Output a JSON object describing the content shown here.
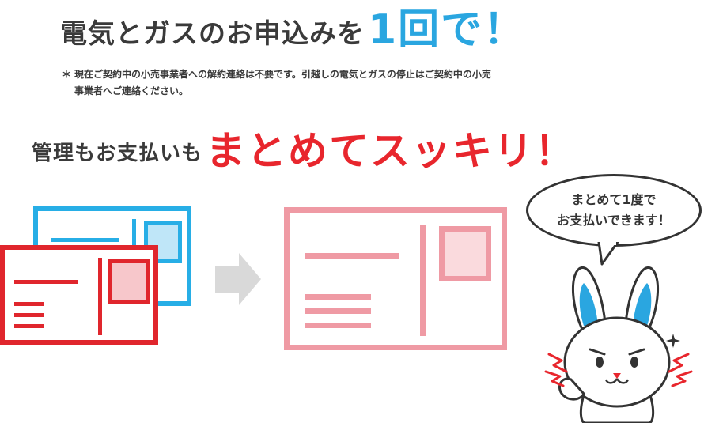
{
  "headline": {
    "main": "電気とガスのお申込みを",
    "accent": "1回で！"
  },
  "note": {
    "mark": "＊",
    "line1": "現在ご契約中の小売事業者への解約連絡は不要です。引越しの電気とガスの停止はご契約中の小売",
    "line2": "事業者へご連絡ください。"
  },
  "subheadline": {
    "main": "管理もお支払いも",
    "accent": "まとめてスッキリ！"
  },
  "bubble": {
    "line1": "まとめて1度で",
    "line2": "お支払いできます！"
  },
  "colors": {
    "accent_blue": "#2aa6e0",
    "accent_red": "#e8262d",
    "card_blue": "#27aee6",
    "card_red": "#e0262d",
    "card_pink": "#ef9aa4",
    "arrow_gray": "#d9d9d9"
  },
  "icons": [
    "postcard-icon",
    "arrow-right-icon",
    "rabbit-mascot-icon",
    "sparkle-icon"
  ]
}
